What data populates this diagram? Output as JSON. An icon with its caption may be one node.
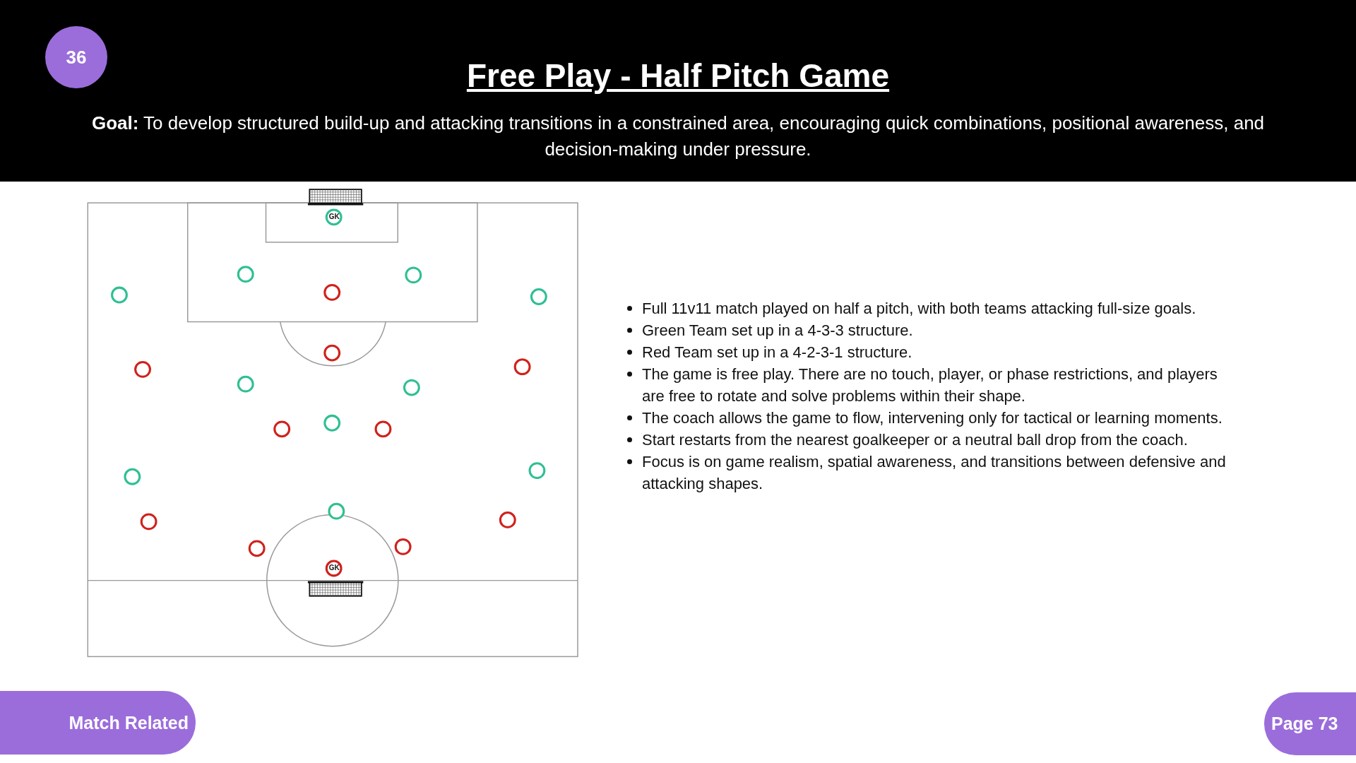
{
  "diagram": {
    "title": "Free Play - Half Pitch Game",
    "labels": [
      "36",
      "**Goal:** To develop structured build-up and attacking transitions in a constrained area, encouraging quick combinations, positional awareness, and decision-making under pressure.",
      "GK",
      "GK",
      "Full 11v11 match played on half a pitch, with both teams attacking full-size goals.",
      "Green Team set up in a 4-3-3 structure.",
      "Red Team set up in a 4-2-3-1 structure.",
      "The game is free play. There are no touch, player, or phase restrictions, and players are free to rotate and solve problems within their shape.",
      "The coach allows the game to flow, intervening only for tactical or learning moments.",
      "Start restarts from the nearest goalkeeper or a neutral ball drop from the coach.",
      "Focus is on game realism, spatial awareness, and transitions between defensive and attacking shapes.",
      "Match Related",
      "Page 73"
    ]
  }
}
